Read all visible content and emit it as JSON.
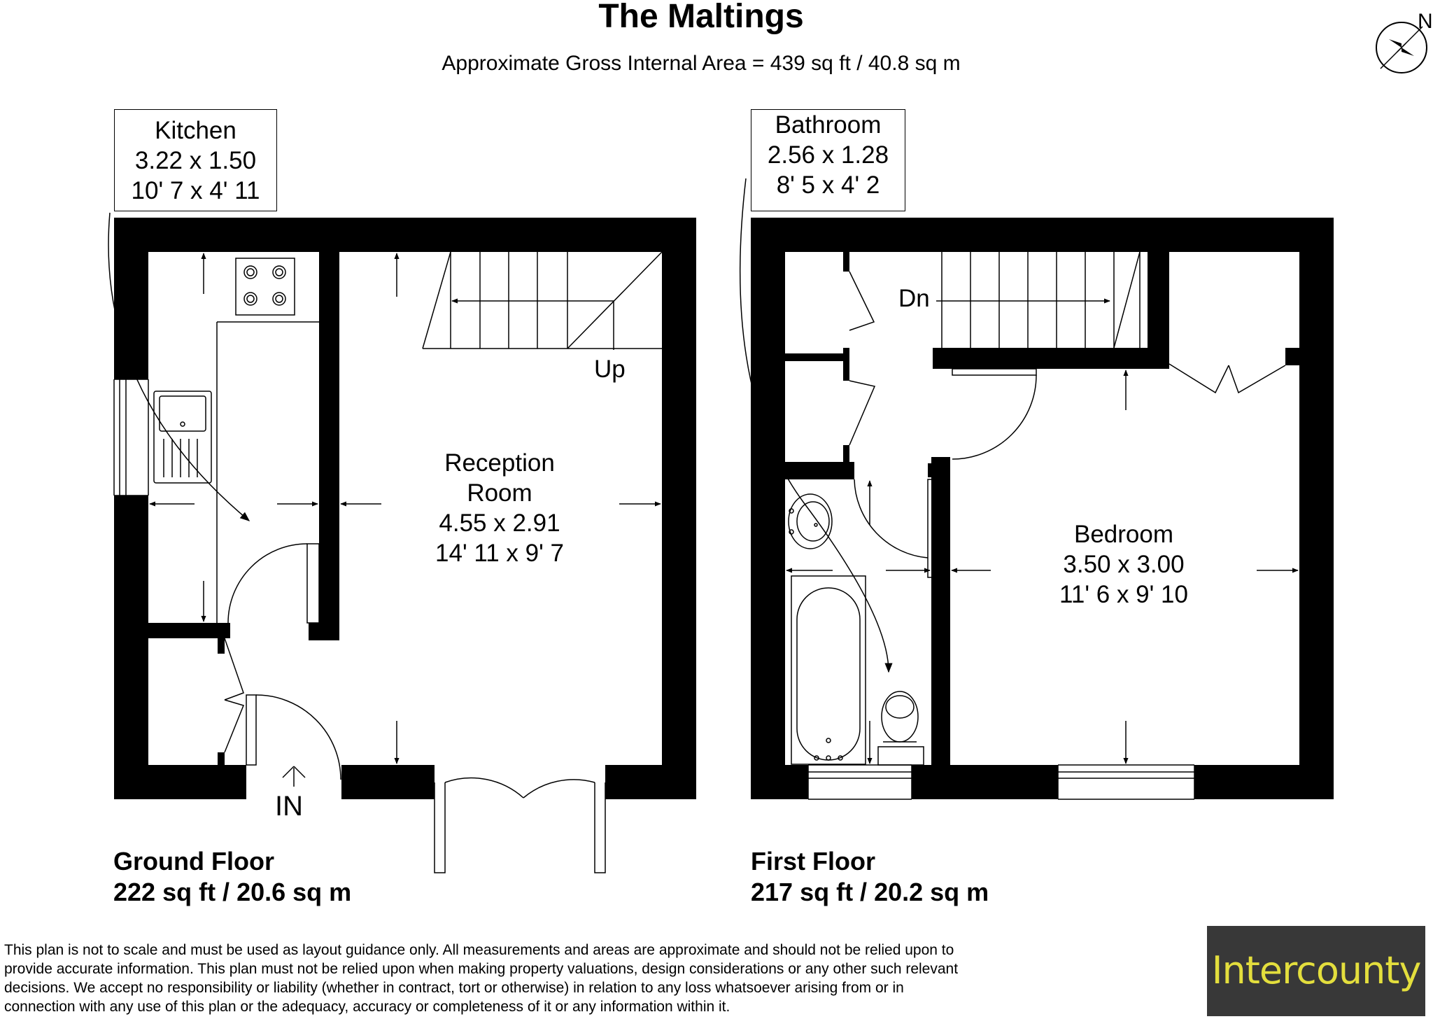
{
  "title": "The Maltings",
  "subtitle": "Approximate Gross Internal Area = 439 sq ft / 40.8 sq m",
  "compass": {
    "label": "N"
  },
  "ground_floor": {
    "name": "Ground Floor",
    "area": "222 sq ft / 20.6 sq m",
    "kitchen": {
      "name": "Kitchen",
      "metric": "3.22 x 1.50",
      "imperial": "10' 7 x 4' 11"
    },
    "reception": {
      "name_line1": "Reception",
      "name_line2": "Room",
      "metric": "4.55 x 2.91",
      "imperial": "14' 11 x 9' 7"
    },
    "stair_label": "Up",
    "entrance_label": "IN"
  },
  "first_floor": {
    "name": "First Floor",
    "area": "217 sq ft / 20.2 sq m",
    "bathroom": {
      "name": "Bathroom",
      "metric": "2.56 x 1.28",
      "imperial": "8' 5 x 4' 2"
    },
    "bedroom": {
      "name": "Bedroom",
      "metric": "3.50 x 3.00",
      "imperial": "11' 6 x 9' 10"
    },
    "stair_label": "Dn"
  },
  "disclaimer": [
    "This plan is not to scale and must be used as layout guidance only. All measurements and areas are approximate and should not be relied upon to",
    "provide accurate information. This plan must not be relied upon when making property valuations, design considerations or any other such relevant",
    "decisions. We accept no responsibility or liability (whether in contract, tort or otherwise) in relation to any loss whatsoever arising from or in",
    "connection with any use of this plan or the adequacy, accuracy or completeness of it or any information within it."
  ],
  "logo": {
    "text": "Intercounty",
    "bg_color": "#383838",
    "text_color": "#e3de3d"
  }
}
